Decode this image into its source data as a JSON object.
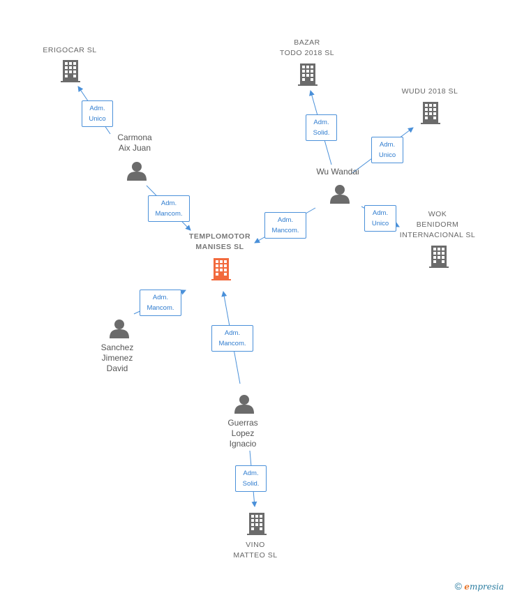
{
  "companies": {
    "erigocar": "ERIGOCAR SL",
    "bazar": "BAZAR\nTODO 2018  SL",
    "wudu": "WUDU 2018  SL",
    "wok": "WOK\nBENIDORM\nINTERNACIONAL SL",
    "main": "TEMPLOMOTOR\nMANISES  SL",
    "vino": "VINO\nMATTEO  SL"
  },
  "persons": {
    "carmona": "Carmona\nAix Juan",
    "wu": "Wu Wandai",
    "sanchez": "Sanchez\nJimenez\nDavid",
    "guerras": "Guerras\nLopez\nIgnacio"
  },
  "relations": {
    "carmona_erigocar": "Adm.\nUnico",
    "carmona_main": "Adm.\nMancom.",
    "wu_bazar": "Adm.\nSolid.",
    "wu_wudu": "Adm.\nUnico",
    "wu_wok": "Adm.\nUnico",
    "wu_main": "Adm.\nMancom.",
    "sanchez_main": "Adm.\nMancom.",
    "guerras_main": "Adm.\nMancom.",
    "guerras_vino": "Adm.\nSolid."
  },
  "colors": {
    "edge": "#4a90d9",
    "company_icon": "#6b6b6b",
    "main_icon": "#f26a3d",
    "person_icon": "#6b6b6b"
  },
  "footer": {
    "copyright": "©",
    "brand_e": "e",
    "brand_rest": "mpresia"
  }
}
